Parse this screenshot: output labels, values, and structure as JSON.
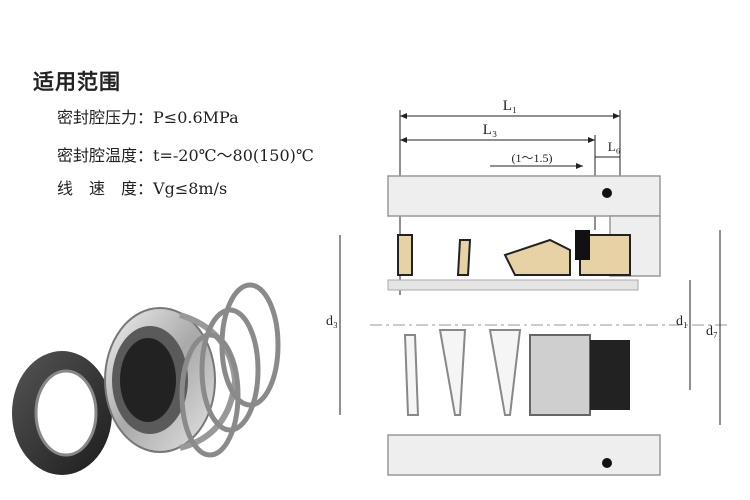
{
  "spec": {
    "title": "适用范围",
    "rows": [
      {
        "label": "密封腔压力：",
        "value": "P≤0.6MPa"
      },
      {
        "label": "密封腔温度：",
        "value": "t=-20℃～80(150)℃"
      },
      {
        "label": "线　速　度：",
        "value": "Vg≤8m/s"
      }
    ]
  },
  "drawing": {
    "dims": {
      "L1": "L₁",
      "L3": "L₃",
      "L6": "L₆",
      "range": "(1～1.5)",
      "d3": "d₃",
      "d1": "d₁",
      "d7": "d₇"
    }
  }
}
